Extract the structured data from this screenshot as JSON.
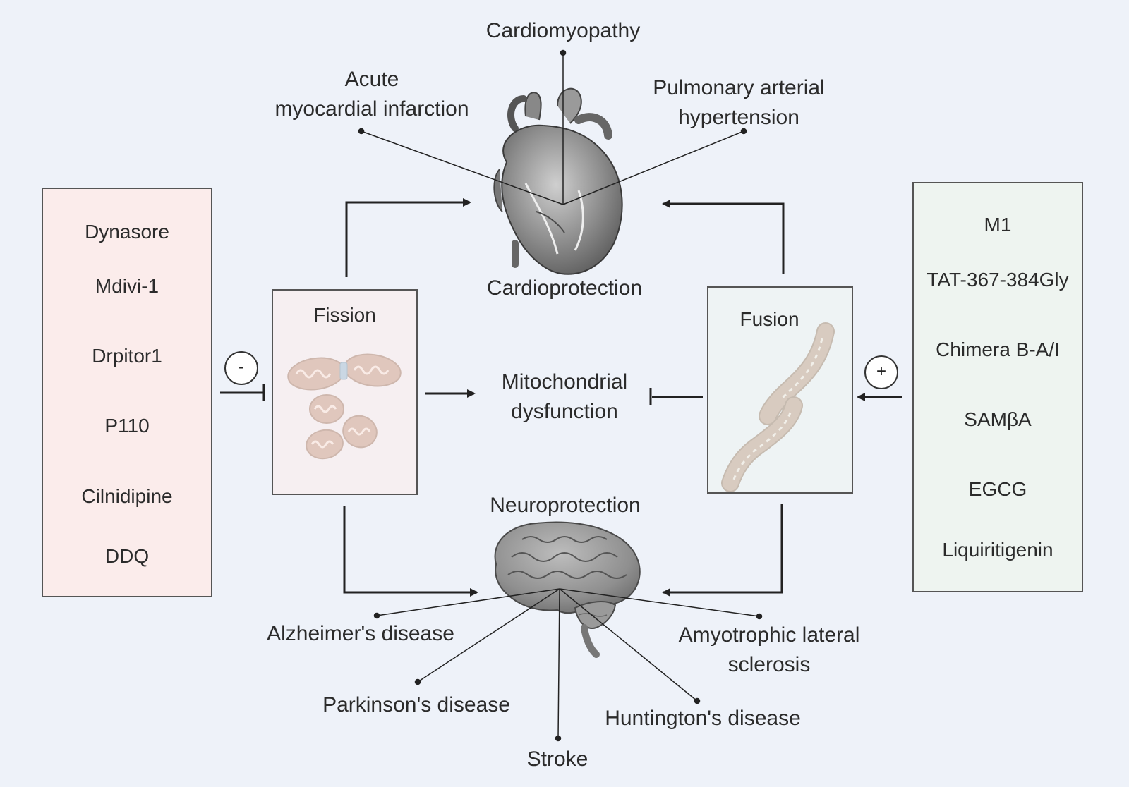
{
  "inhibitors": {
    "sign": "-",
    "items": [
      "Dynasore",
      "Mdivi-1",
      "Drpitor1",
      "P110",
      "Cilnidipine",
      "DDQ"
    ]
  },
  "activators": {
    "sign": "+",
    "items": [
      "M1",
      "TAT-367-384Gly",
      "Chimera B-A/I",
      "SAMβA",
      "EGCG",
      "Liquiritigenin"
    ]
  },
  "fission": {
    "label": "Fission",
    "icon": "fragmented-mitochondria-icon"
  },
  "fusion": {
    "label": "Fusion",
    "icon": "elongated-mitochondria-icon"
  },
  "center": {
    "line1": "Mitochondrial",
    "line2": "dysfunction"
  },
  "heart": {
    "label": "Cardioprotection",
    "icon": "heart-icon",
    "diseases": {
      "cardiomyopathy": "Cardiomyopathy",
      "ami_line1": "Acute",
      "ami_line2": "myocardial infarction",
      "pah_line1": "Pulmonary arterial",
      "pah_line2": "hypertension"
    }
  },
  "brain": {
    "label": "Neuroprotection",
    "icon": "brain-icon",
    "diseases": {
      "alzheimers": "Alzheimer's disease",
      "parkinsons": "Parkinson's disease",
      "stroke": "Stroke",
      "huntingtons": "Huntington's disease",
      "als_line1": "Amyotrophic lateral",
      "als_line2": "sclerosis"
    }
  },
  "colors": {
    "background": "#eef2f9",
    "inhibitor_box": "#fbeceb",
    "activator_box": "#eef4f0",
    "mitochondria": "#b78f78",
    "mito_cristae": "#f5e8df",
    "organ_gray": "#8a8a8a"
  }
}
